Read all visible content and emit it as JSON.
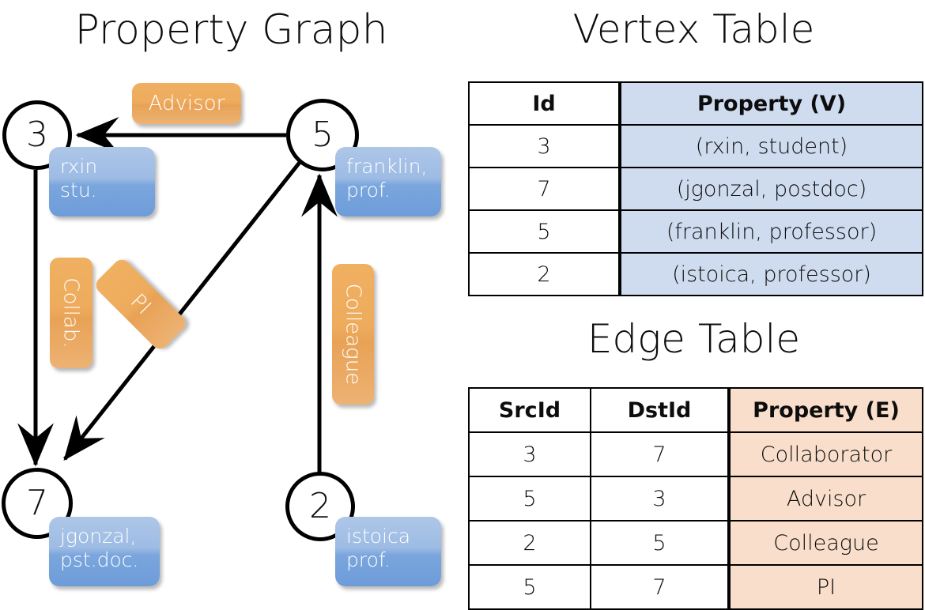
{
  "titles": {
    "property_graph": "Property Graph",
    "vertex_table": "Vertex Table",
    "edge_table": "Edge Table"
  },
  "graph": {
    "nodes": [
      {
        "id": "3",
        "property": "rxin\nstu."
      },
      {
        "id": "5",
        "property": "franklin,\nprof."
      },
      {
        "id": "7",
        "property": "jgonzal,\npst.doc."
      },
      {
        "id": "2",
        "property": "istoica\nprof."
      }
    ],
    "node_labels": {
      "n3": "3",
      "n5": "5",
      "n7": "7",
      "n2": "2"
    },
    "vertex_badges": {
      "rxin_line1": "rxin",
      "rxin_line2": "stu.",
      "franklin_line1": "franklin,",
      "franklin_line2": "prof.",
      "jgonzal_line1": "jgonzal,",
      "jgonzal_line2": "pst.doc.",
      "istoica_line1": "istoica",
      "istoica_line2": "prof."
    },
    "edge_badges": {
      "advisor": "Advisor",
      "collab": "Collab.",
      "pi": "PI",
      "colleague": "Colleague"
    },
    "edges": [
      {
        "from": "5",
        "to": "3",
        "label": "Advisor"
      },
      {
        "from": "3",
        "to": "7",
        "label": "Collab."
      },
      {
        "from": "5",
        "to": "7",
        "label": "PI"
      },
      {
        "from": "2",
        "to": "5",
        "label": "Colleague"
      }
    ]
  },
  "vertex_table": {
    "headers": [
      "Id",
      "Property (V)"
    ],
    "rows": [
      {
        "id": "3",
        "property": "(rxin, student)"
      },
      {
        "id": "7",
        "property": "(jgonzal, postdoc)"
      },
      {
        "id": "5",
        "property": "(franklin, professor)"
      },
      {
        "id": "2",
        "property": "(istoica, professor)"
      }
    ]
  },
  "edge_table": {
    "headers": [
      "SrcId",
      "DstId",
      "Property (E)"
    ],
    "rows": [
      {
        "src": "3",
        "dst": "7",
        "property": "Collaborator"
      },
      {
        "src": "5",
        "dst": "3",
        "property": "Advisor"
      },
      {
        "src": "2",
        "dst": "5",
        "property": "Colleague"
      },
      {
        "src": "5",
        "dst": "7",
        "property": "PI"
      }
    ]
  },
  "colors": {
    "vertex_badge": "#7ba6dd",
    "edge_badge": "#eeab5d",
    "vertex_table_fill": "#cfdcef",
    "edge_table_fill": "#f8decb",
    "stroke": "#000000"
  }
}
